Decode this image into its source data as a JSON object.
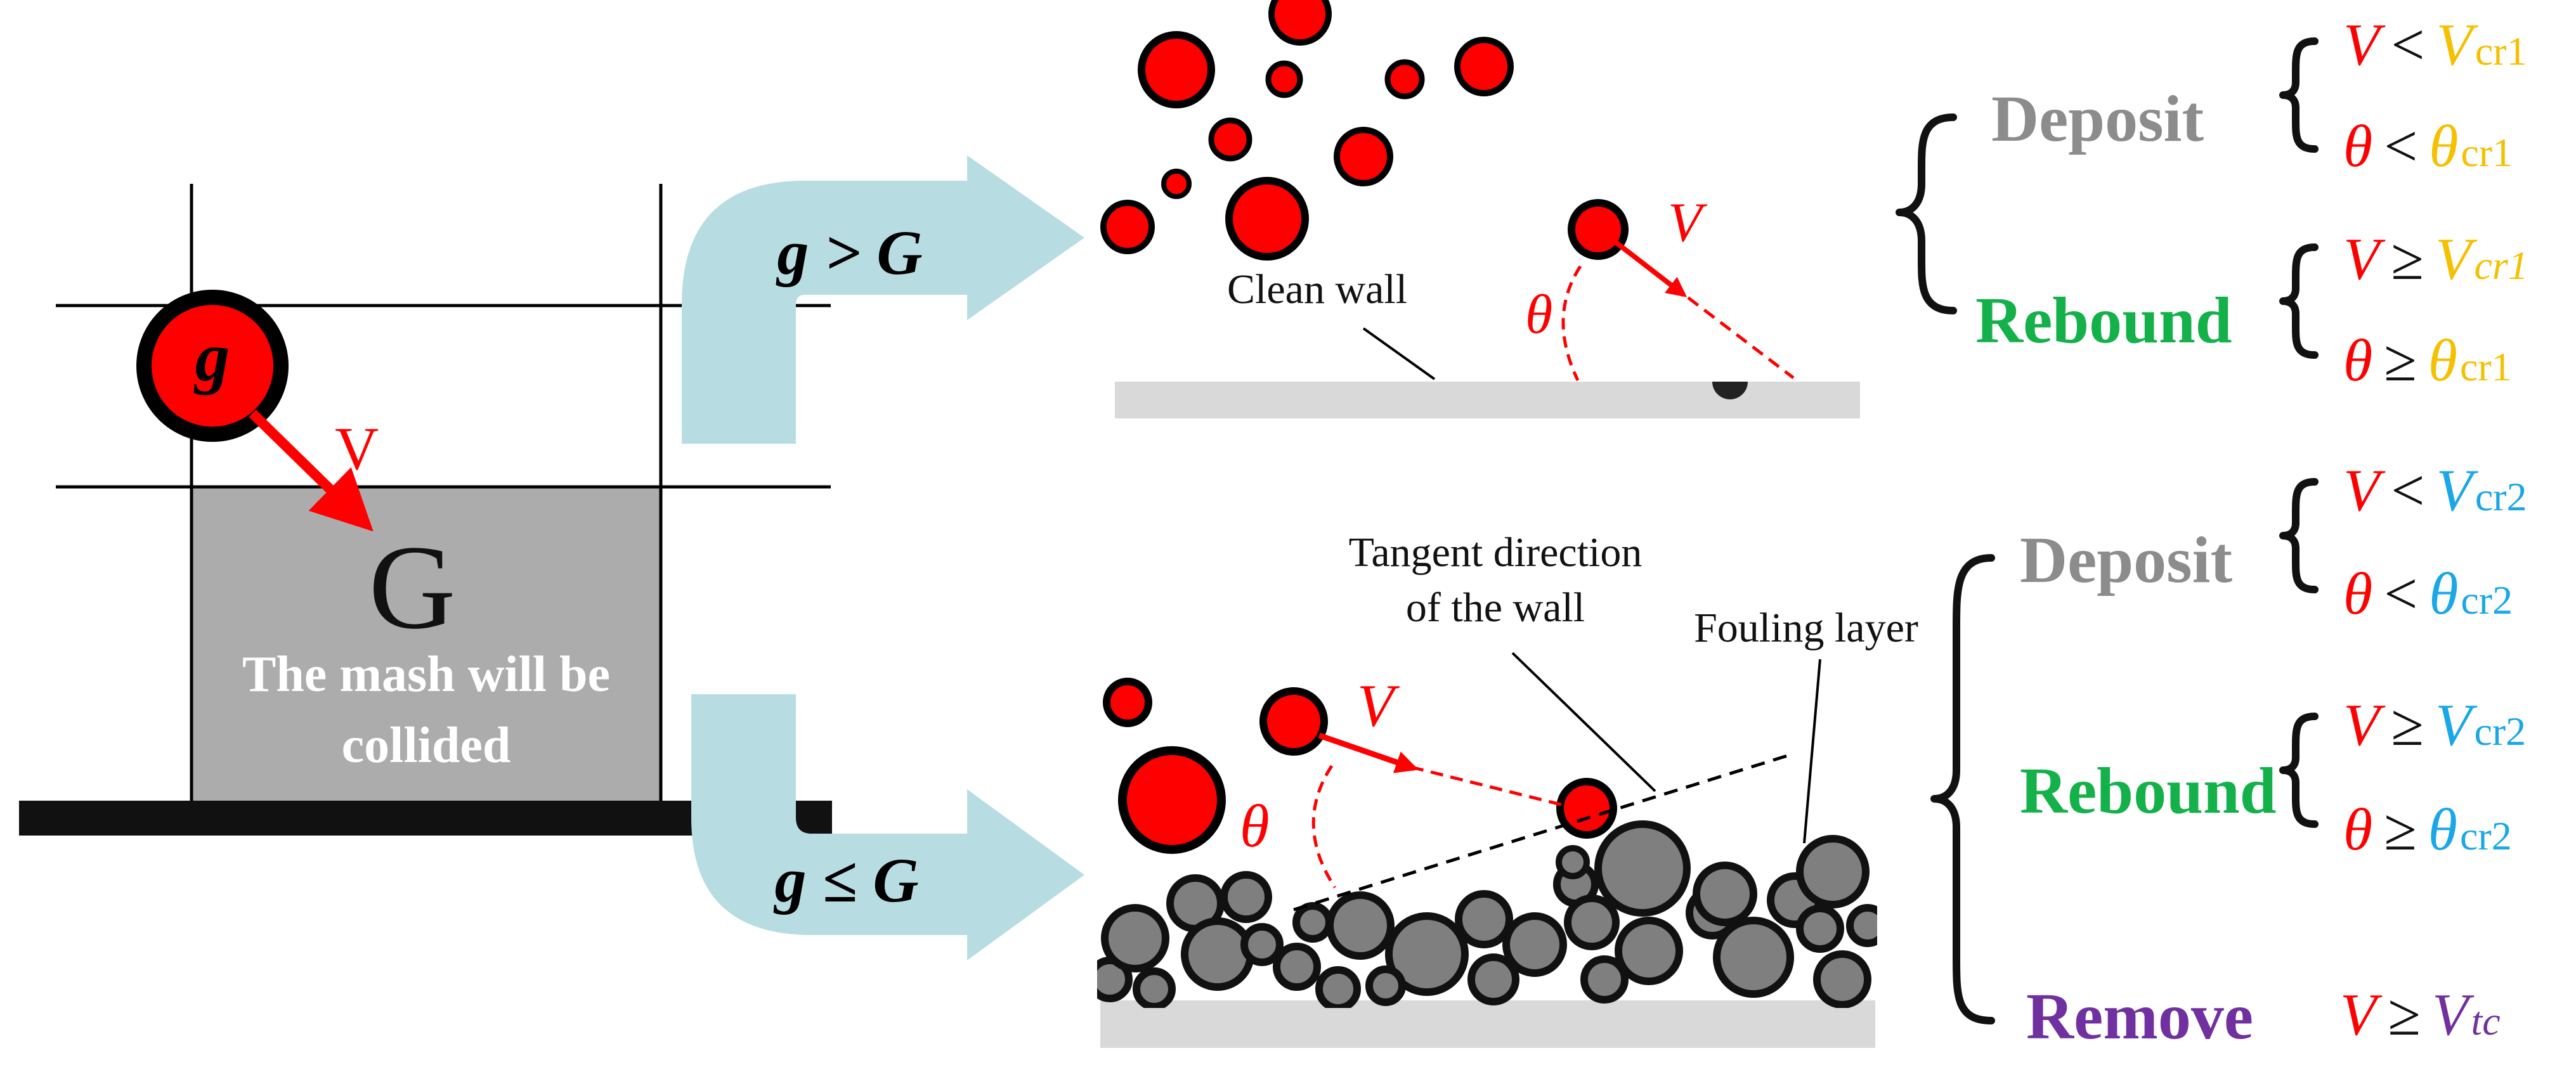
{
  "grid": {
    "particle_label": "g",
    "velocity_label": "V",
    "cell_label": "G",
    "cell_caption_line1": "The mash will be",
    "cell_caption_line2": "collided"
  },
  "arrows": {
    "upper_condition": "g > G",
    "lower_condition": "g ≤ G"
  },
  "clean_wall": {
    "wall_label": "Clean wall",
    "velocity_label": "V",
    "angle_label": "θ"
  },
  "fouled_wall": {
    "tangent_line1": "Tangent direction",
    "tangent_line2": "of the wall",
    "fouling_label": "Fouling layer",
    "velocity_label": "V",
    "angle_label": "θ"
  },
  "outcomes": {
    "upper": [
      {
        "label": "Deposit",
        "label_color": "#8c8c8c",
        "conditions": [
          {
            "lhs": "V",
            "op": "<",
            "rhs": "V",
            "sub": "cr1",
            "sub_italic": false
          },
          {
            "lhs": "θ",
            "op": "<",
            "rhs": "θ",
            "sub": "cr1",
            "sub_italic": false
          }
        ]
      },
      {
        "label": "Rebound",
        "label_color": "#14b14b",
        "conditions": [
          {
            "lhs": "V",
            "op": "≥",
            "rhs": "V",
            "sub": "cr1",
            "sub_italic": true
          },
          {
            "lhs": "θ",
            "op": "≥",
            "rhs": "θ",
            "sub": "cr1",
            "sub_italic": false
          }
        ]
      }
    ],
    "lower": [
      {
        "label": "Deposit",
        "label_color": "#8c8c8c",
        "conditions": [
          {
            "lhs": "V",
            "op": "<",
            "rhs": "V",
            "sub": "cr2",
            "sub_italic": false
          },
          {
            "lhs": "θ",
            "op": "<",
            "rhs": "θ",
            "sub": "cr2",
            "sub_italic": false
          }
        ]
      },
      {
        "label": "Rebound",
        "label_color": "#14b14b",
        "conditions": [
          {
            "lhs": "V",
            "op": "≥",
            "rhs": "V",
            "sub": "cr2",
            "sub_italic": false
          },
          {
            "lhs": "θ",
            "op": "≥",
            "rhs": "θ",
            "sub": "cr2",
            "sub_italic": false
          }
        ]
      },
      {
        "label": "Remove",
        "label_color": "#7030a0",
        "conditions": [
          {
            "lhs": "V",
            "op": "≥",
            "rhs": "V",
            "sub": "tc",
            "sub_italic": true
          }
        ]
      }
    ]
  },
  "colors": {
    "particle_red": "#ff0000",
    "fouling_gray": "#7f7f7f",
    "arrow_fill": "#b7dde2",
    "wall_gray": "#d9d9d9",
    "cell_fill": "#acacac",
    "critical_1": "#f5c000",
    "critical_2": "#1aa7e8",
    "critical_tc": "#7030a0"
  }
}
